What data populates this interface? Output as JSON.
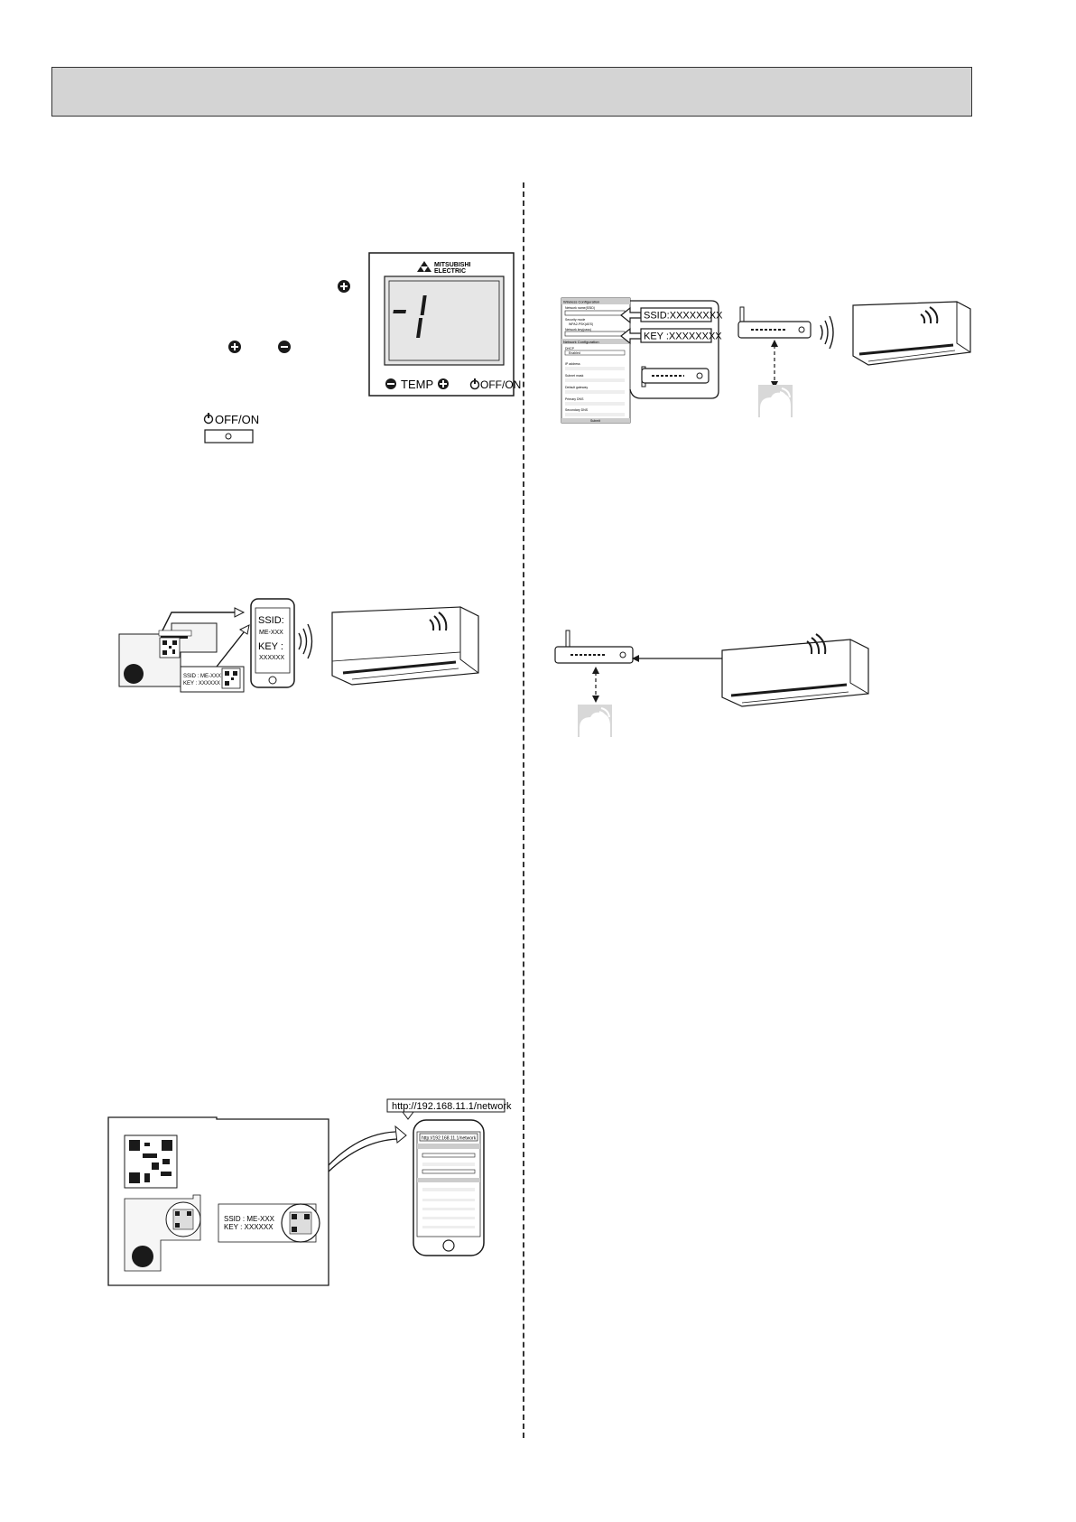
{
  "remote": {
    "brand_line1": "MITSUBISHI",
    "brand_line2": "ELECTRIC",
    "display_value": "-1",
    "temp_label": "TEMP",
    "offon_label": "OFF/ON"
  },
  "offon_button": {
    "label": "OFF/ON"
  },
  "phone_fig": {
    "ssid_label": "SSID:",
    "ssid_value": "ME-XXX",
    "key_label": "KEY :",
    "key_value": "XXXXXX",
    "sticker_ssid": "SSID : ME-XXX",
    "sticker_key": "KEY : XXXXXX"
  },
  "config_fig": {
    "ssid_callout": "SSID:XXXXXXXX",
    "key_callout": "KEY :XXXXXXXX",
    "wireless_title": "Wireless Configuration",
    "network_name": "Network name(SSID)",
    "security_mode": "Security mode",
    "security_value": "WPA2-PSK(AES)",
    "network_key": "Network key(pass)",
    "network_title": "Network Configuration",
    "dhcp": "DHCP",
    "dhcp_value": "Enabled",
    "ip_address": "IP address",
    "subnet_mask": "Subnet mask",
    "default_gateway": "Default gateway",
    "primary_dns": "Primary DNS",
    "secondary_dns": "Secondary DNS",
    "submit": "Submit"
  },
  "url_fig": {
    "url": "http://192.168.11.1/network",
    "phone_url": "http://192.168.11.1/network",
    "sticker_ssid": "SSID : ME-XXX",
    "sticker_key": "KEY : XXXXXX"
  },
  "colors": {
    "ink": "#1a1a1a",
    "panel_gray": "#d4d4d4",
    "lcd_gray": "#e6e6e6"
  }
}
